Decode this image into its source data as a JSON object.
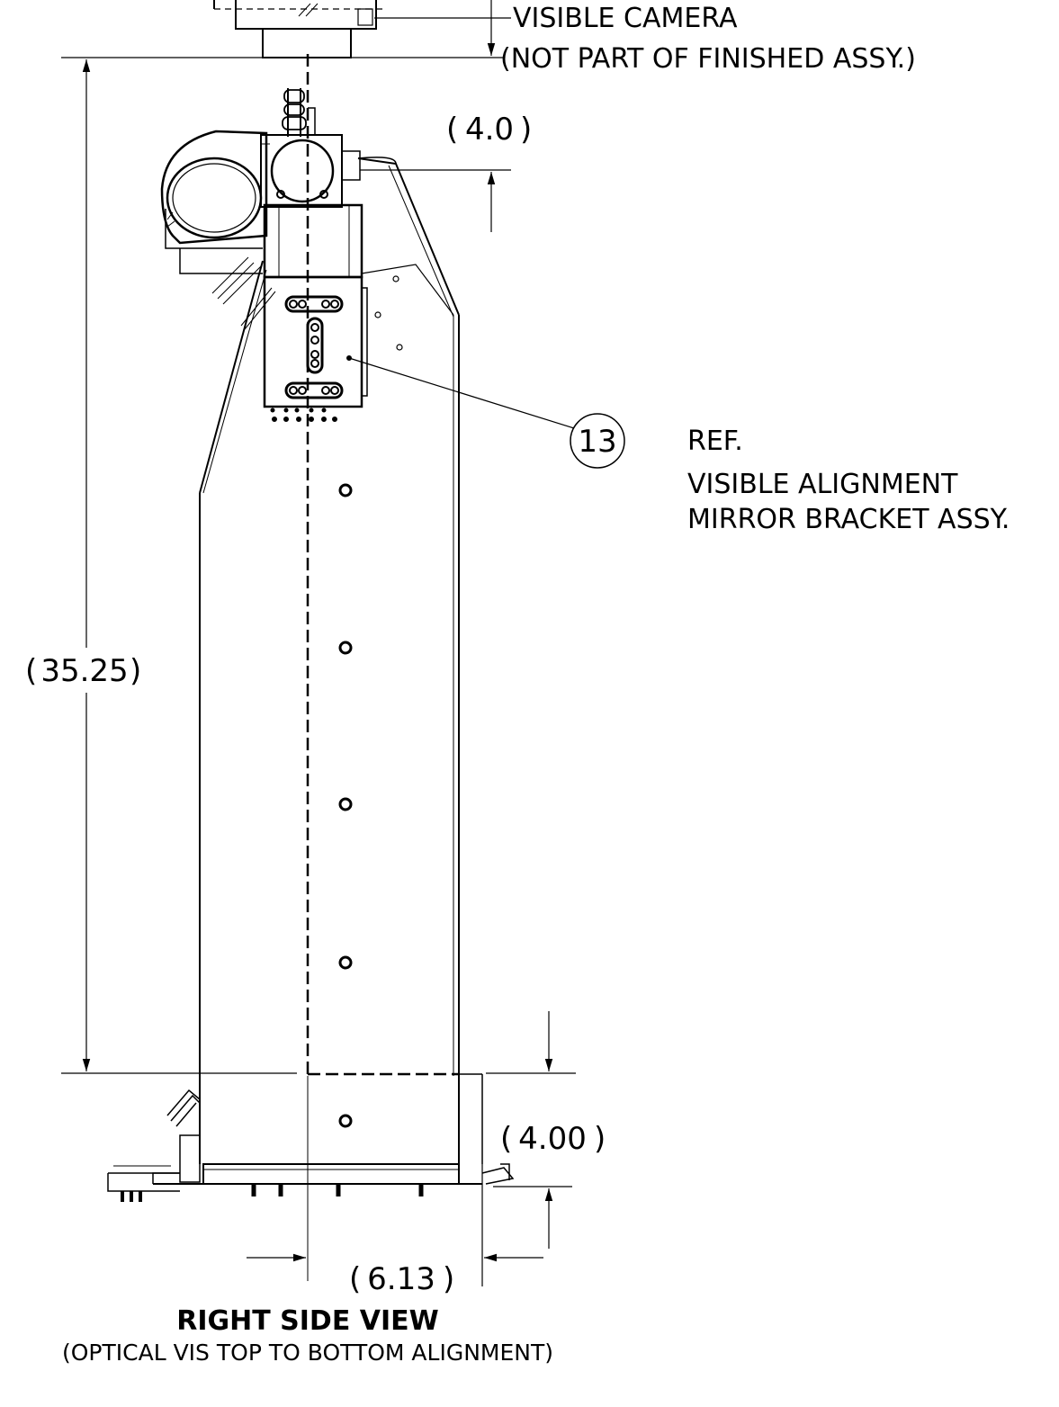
{
  "labels": {
    "camera_line1": "VISIBLE CAMERA",
    "camera_line2": "(NOT PART OF FINISHED ASSY.)",
    "ref": "REF.",
    "bracket_line1": "VISIBLE ALIGNMENT",
    "bracket_line2": "MIRROR BRACKET ASSY.",
    "balloon": "13",
    "view_title": "RIGHT SIDE VIEW",
    "view_subtitle": "(OPTICAL VIS TOP TO BOTTOM ALIGNMENT)"
  },
  "dimensions": {
    "top_offset": "4.0",
    "overall_height": "35.25",
    "base_height": "4.00",
    "base_width": "6.13"
  },
  "colors": {
    "line": "#000000",
    "background": "#ffffff"
  }
}
